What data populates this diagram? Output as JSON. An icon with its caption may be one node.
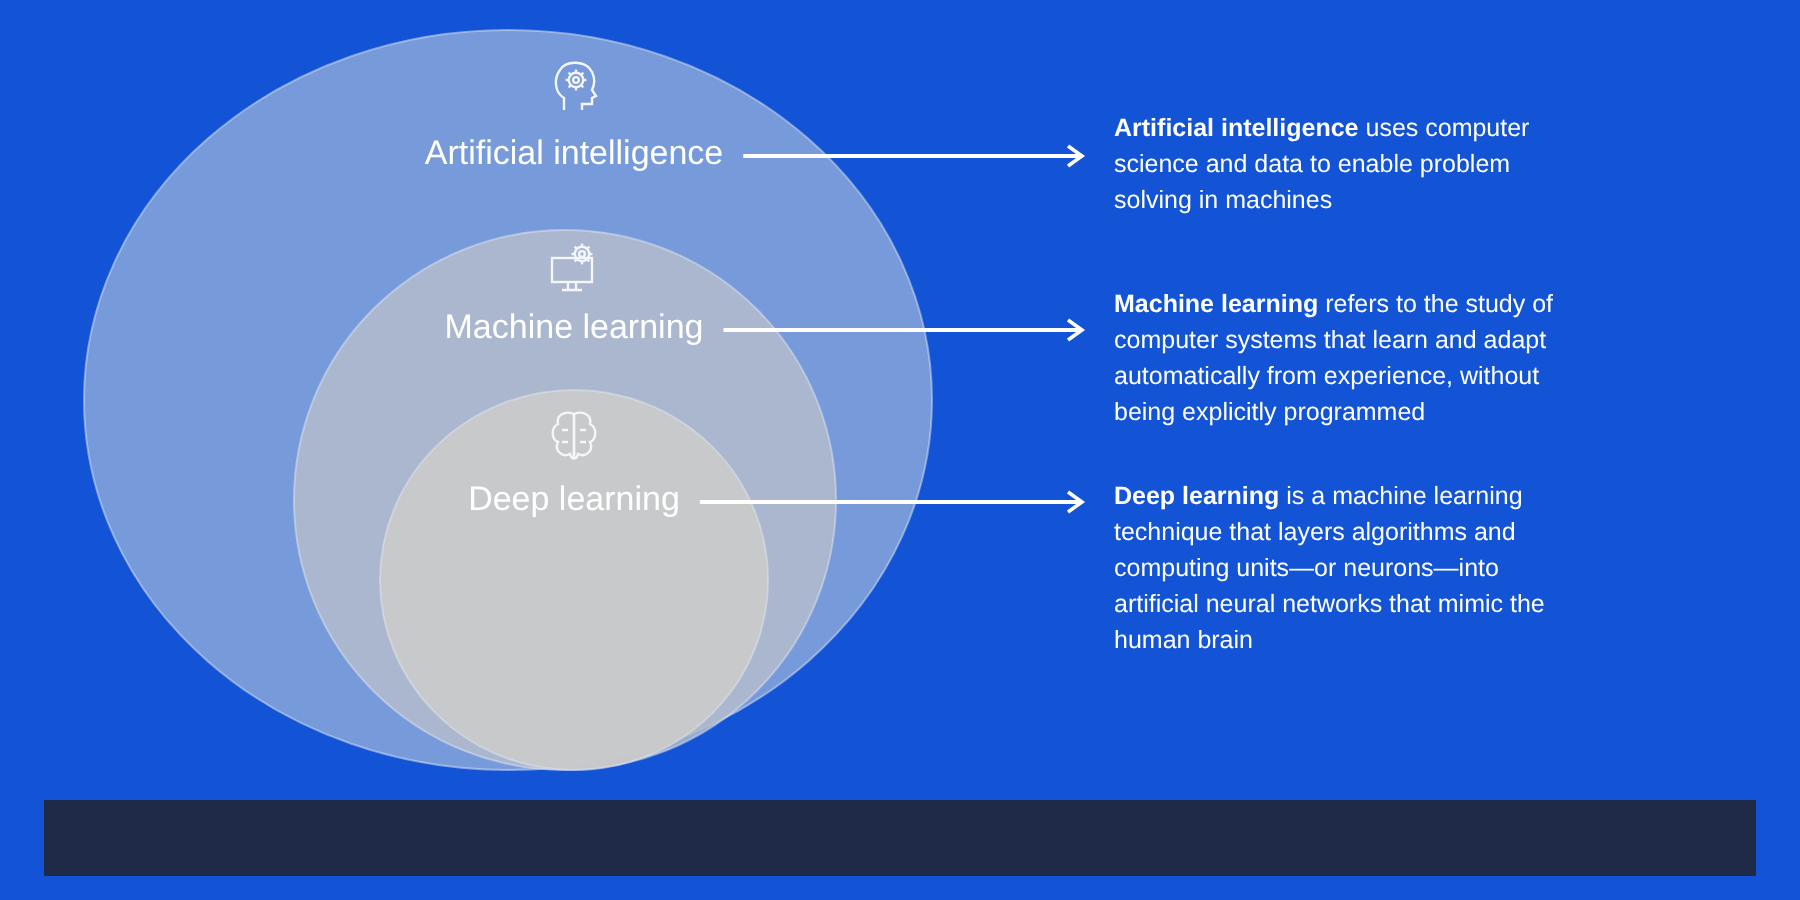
{
  "diagram": {
    "nodes": [
      {
        "text": [
          "Artificial intelligence"
        ]
      },
      {
        "text": [
          "Machine learning"
        ],
        "in": 0
      },
      {
        "text": [
          "Deep learning"
        ],
        "in": 1
      },
      {
        "text": [
          "**Artificial intelligence** uses computer science and data to enable problem solving in machines"
        ]
      },
      {
        "text": [
          "**Machine learning** refers to the study of computer systems that learn and adapt automatically from experience, without being explicitly programmed"
        ]
      },
      {
        "text": [
          "**Deep learning** is a machine learning technique that layers algorithms and computing units—or neurons—into artificial neural networks that mimic the human brain"
        ]
      }
    ],
    "edges": [
      {
        "from": 0,
        "to": 3,
        "arrow": "to"
      },
      {
        "from": 1,
        "to": 4,
        "arrow": "to"
      },
      {
        "from": 2,
        "to": 5,
        "arrow": "to"
      }
    ]
  }
}
